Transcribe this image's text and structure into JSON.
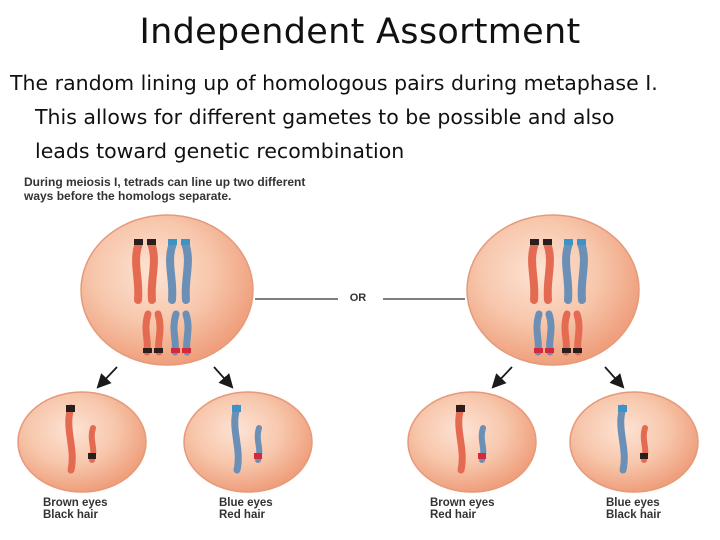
{
  "slide": {
    "title": "Independent Assortment",
    "bullet_line1": "The random lining up of homologous pairs during metaphase I.",
    "bullet_line2": "This allows for different gametes to be possible and also",
    "bullet_line3": "leads toward genetic recombination"
  },
  "figure": {
    "caption_line1": "During meiosis I, tetrads can line up two different",
    "caption_line2": "ways before the homologs separate.",
    "or_label": "OR",
    "gametes": [
      {
        "trait1": "Brown eyes",
        "trait2": "Black hair"
      },
      {
        "trait1": "Blue eyes",
        "trait2": "Red hair"
      },
      {
        "trait1": "Brown eyes",
        "trait2": "Red hair"
      },
      {
        "trait1": "Blue eyes",
        "trait2": "Black hair"
      }
    ]
  },
  "colors": {
    "cell_fill": "#f2b596",
    "cell_highlight": "#fde3d4",
    "cell_edge": "#e59a7a",
    "red_chromosome": "#e46b52",
    "blue_chromosome": "#6b8fb5",
    "band_dark": "#2a1e1e",
    "band_red": "#d4283c",
    "band_blue": "#3e93c6"
  }
}
